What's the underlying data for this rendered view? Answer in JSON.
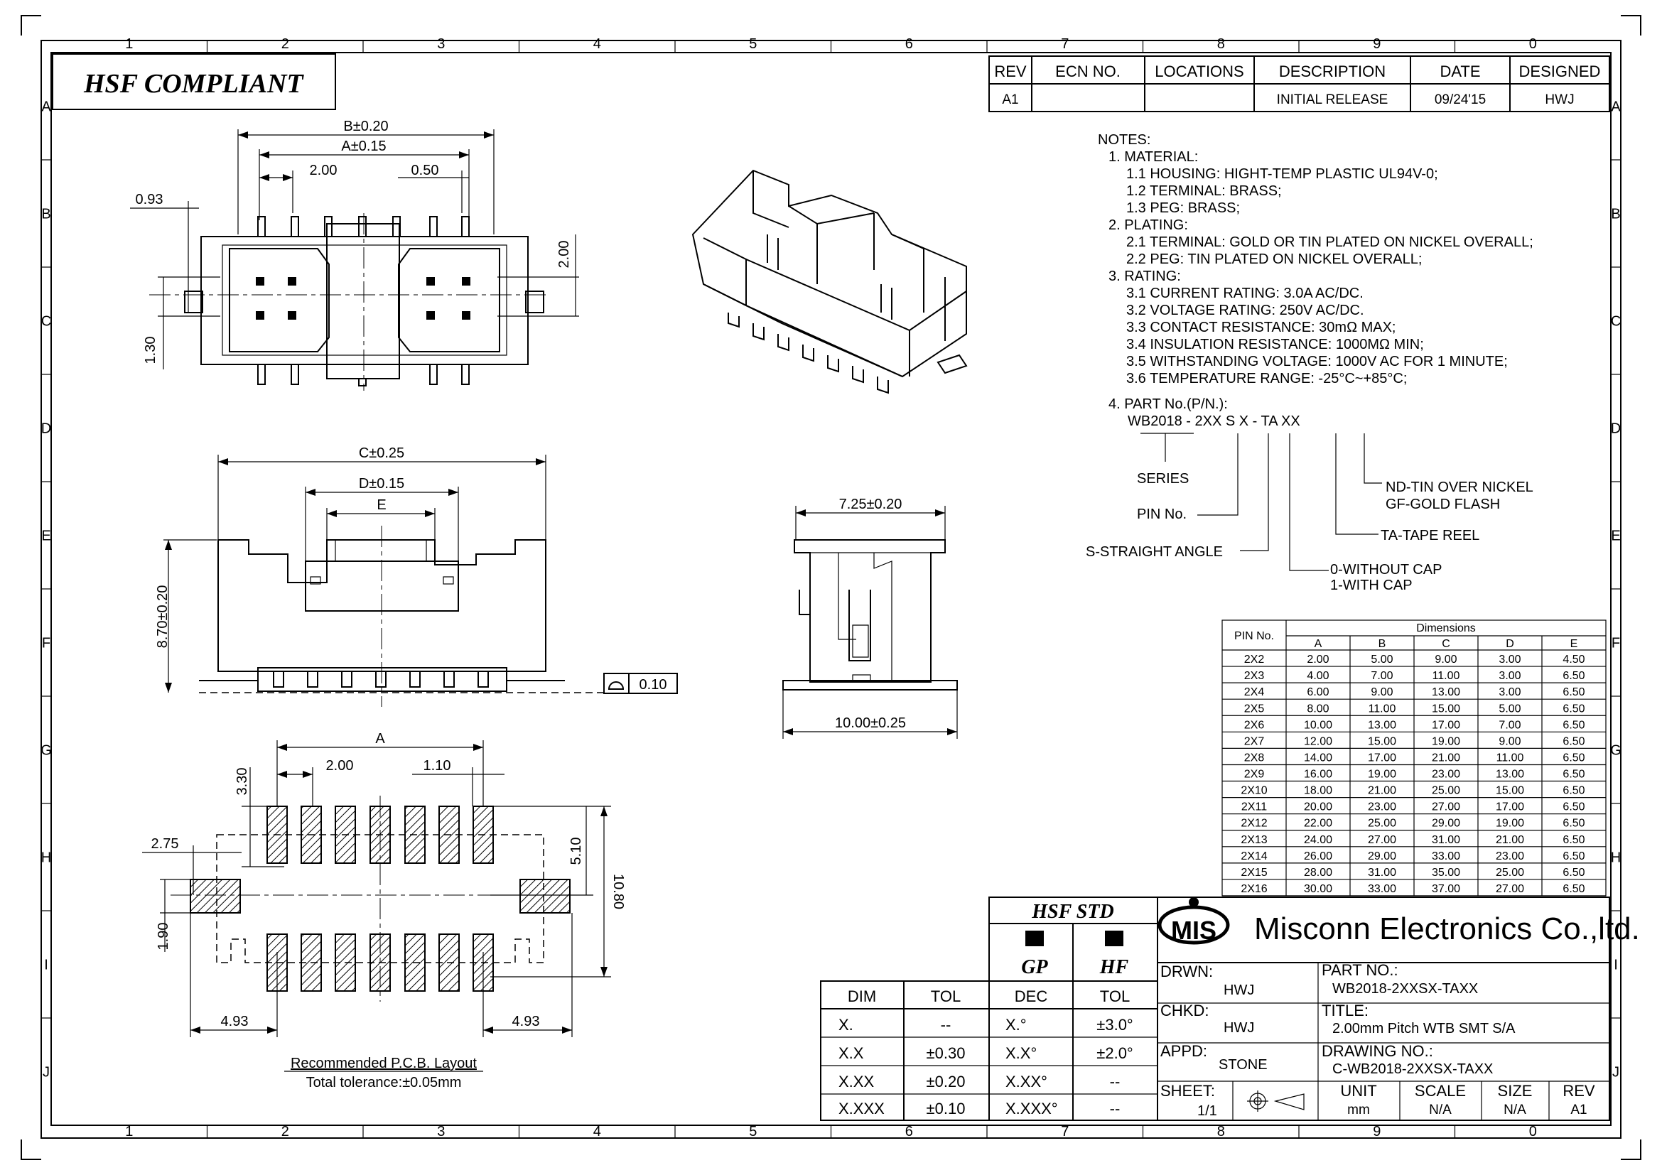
{
  "border": {
    "columns": [
      "1",
      "2",
      "3",
      "4",
      "5",
      "6",
      "7",
      "8",
      "9",
      "0"
    ],
    "rows": [
      "A",
      "B",
      "C",
      "D",
      "E",
      "F",
      "G",
      "H",
      "I",
      "J"
    ]
  },
  "compliance_label": "HSF COMPLIANT",
  "revision_table": {
    "headers": [
      "REV",
      "ECN NO.",
      "LOCATIONS",
      "DESCRIPTION",
      "DATE",
      "DESIGNED"
    ],
    "row": [
      "A1",
      "",
      "",
      "INITIAL RELEASE",
      "09/24'15",
      "HWJ"
    ]
  },
  "top_view": {
    "dim_b": "B±0.20",
    "dim_a": "A±0.15",
    "dim_pitch": "2.00",
    "dim_pin_width": "0.50",
    "dim_peg_offset": "0.93",
    "dim_row_spacing": "2.00",
    "dim_bottom_offset": "1.30"
  },
  "front_view": {
    "dim_c": "C±0.25",
    "dim_d": "D±0.15",
    "dim_e": "E",
    "dim_height": "8.70±0.20",
    "flatness_value": "0.10"
  },
  "side_view": {
    "dim_depth": "7.25±0.20",
    "dim_width": "10.00±0.25"
  },
  "pcb_layout": {
    "dim_a": "A",
    "dim_pitch": "2.00",
    "dim_pad_width": "1.10",
    "dim_pad_length": "3.30",
    "dim_left_peg": "2.75",
    "dim_inner": "5.10",
    "dim_total": "10.80",
    "dim_peg_height": "1.90",
    "dim_left_edge": "4.93",
    "dim_right_edge": "4.93",
    "caption": "Recommended P.C.B. Layout",
    "tolerance": "Total tolerance:±0.05mm"
  },
  "notes": {
    "lines": [
      "NOTES:",
      "1. MATERIAL:",
      "1.1 HOUSING: HIGHT-TEMP PLASTIC UL94V-0;",
      "1.2 TERMINAL: BRASS;",
      "1.3 PEG: BRASS;",
      "2. PLATING:",
      "2.1 TERMINAL: GOLD OR TIN PLATED ON NICKEL OVERALL;",
      "2.2 PEG: TIN PLATED ON NICKEL OVERALL;",
      "3. RATING:",
      "3.1 CURRENT RATING: 3.0A AC/DC.",
      "3.2 VOLTAGE RATING: 250V AC/DC.",
      "3.3 CONTACT RESISTANCE: 30mΩ MAX;",
      "3.4 INSULATION RESISTANCE: 1000MΩ MIN;",
      "3.5 WITHSTANDING VOLTAGE: 1000V AC FOR 1 MINUTE;",
      "3.6 TEMPERATURE RANGE: -25°C~+85°C;",
      "4. PART No.(P/N.):"
    ],
    "part_code": "WB2018 - 2XX S X - TA XX",
    "legend": {
      "series": "SERIES",
      "pin_no": "PIN No.",
      "straight": "S-STRAIGHT ANGLE",
      "cap0": "0-WITHOUT CAP",
      "cap1": "1-WITH CAP",
      "tape": "TA-TAPE REEL",
      "plating1": "ND-TIN OVER NICKEL",
      "plating2": "GF-GOLD FLASH"
    }
  },
  "dimension_table": {
    "title": "Dimensions",
    "pin_header": "PIN No.",
    "headers": [
      "A",
      "B",
      "C",
      "D",
      "E"
    ],
    "rows": [
      [
        "2X2",
        "2.00",
        "5.00",
        "9.00",
        "3.00",
        "4.50"
      ],
      [
        "2X3",
        "4.00",
        "7.00",
        "11.00",
        "3.00",
        "6.50"
      ],
      [
        "2X4",
        "6.00",
        "9.00",
        "13.00",
        "3.00",
        "6.50"
      ],
      [
        "2X5",
        "8.00",
        "11.00",
        "15.00",
        "5.00",
        "6.50"
      ],
      [
        "2X6",
        "10.00",
        "13.00",
        "17.00",
        "7.00",
        "6.50"
      ],
      [
        "2X7",
        "12.00",
        "15.00",
        "19.00",
        "9.00",
        "6.50"
      ],
      [
        "2X8",
        "14.00",
        "17.00",
        "21.00",
        "11.00",
        "6.50"
      ],
      [
        "2X9",
        "16.00",
        "19.00",
        "23.00",
        "13.00",
        "6.50"
      ],
      [
        "2X10",
        "18.00",
        "21.00",
        "25.00",
        "15.00",
        "6.50"
      ],
      [
        "2X11",
        "20.00",
        "23.00",
        "27.00",
        "17.00",
        "6.50"
      ],
      [
        "2X12",
        "22.00",
        "25.00",
        "29.00",
        "19.00",
        "6.50"
      ],
      [
        "2X13",
        "24.00",
        "27.00",
        "31.00",
        "21.00",
        "6.50"
      ],
      [
        "2X14",
        "26.00",
        "29.00",
        "33.00",
        "23.00",
        "6.50"
      ],
      [
        "2X15",
        "28.00",
        "31.00",
        "35.00",
        "25.00",
        "6.50"
      ],
      [
        "2X16",
        "30.00",
        "33.00",
        "37.00",
        "27.00",
        "6.50"
      ]
    ]
  },
  "tolerance_table": {
    "hsf_std": "HSF STD",
    "gp": "GP",
    "hf": "HF",
    "headers": [
      "DIM",
      "TOL",
      "DEC",
      "TOL"
    ],
    "rows": [
      [
        "X.",
        "--",
        "X.°",
        "±3.0°"
      ],
      [
        "X.X",
        "±0.30",
        "X.X°",
        "±2.0°"
      ],
      [
        "X.XX",
        "±0.20",
        "X.XX°",
        "--"
      ],
      [
        "X.XXX",
        "±0.10",
        "X.XXX°",
        "--"
      ]
    ]
  },
  "title_block": {
    "logo": "MIS",
    "company": "Misconn Electronics Co.,ltd.",
    "drwn_label": "DRWN:",
    "drwn": "HWJ",
    "chkd_label": "CHKD:",
    "chkd": "HWJ",
    "appd_label": "APPD:",
    "appd": "STONE",
    "sheet_label": "SHEET:",
    "sheet": "1/1",
    "part_no_label": "PART NO.:",
    "part_no": "WB2018-2XXSX-TAXX",
    "title_label": "TITLE:",
    "title": "2.00mm Pitch WTB SMT S/A",
    "drawing_no_label": "DRAWING NO.:",
    "drawing_no": "C-WB2018-2XXSX-TAXX",
    "unit_label": "UNIT",
    "unit": "mm",
    "scale_label": "SCALE",
    "scale": "N/A",
    "size_label": "SIZE",
    "size": "N/A",
    "rev_label": "REV",
    "rev": "A1"
  }
}
